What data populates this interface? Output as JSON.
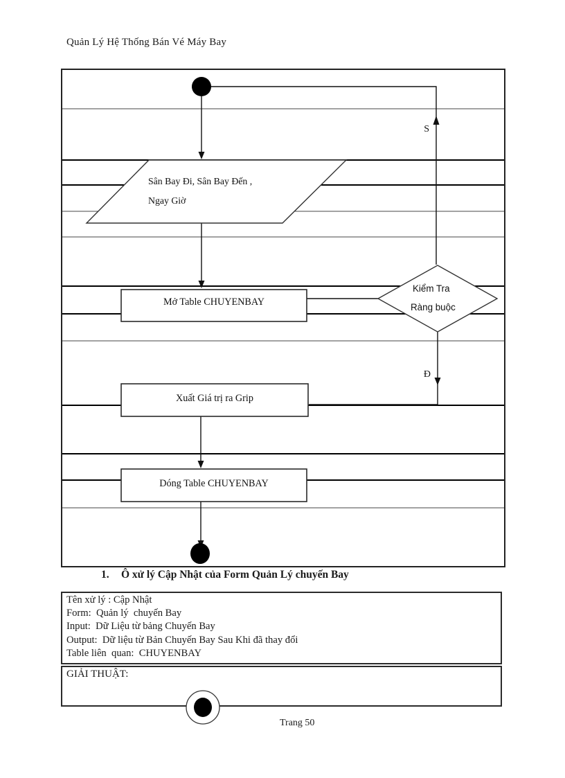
{
  "header": {
    "title": "Quản Lý Hệ Thống Bán Vé Máy Bay"
  },
  "flowchart": {
    "input_line1": "Sân Bay Đi, Sân Bay Đến ,",
    "input_line2": "Ngay Giờ",
    "open_table": "Mở Table CHUYENBAY",
    "decision_line1": "Kiểm Tra",
    "decision_line2": "Ràng buộc",
    "branch_no_label": "S",
    "branch_yes_label": "Đ",
    "output_grid": "Xuất Giá trị ra Grip",
    "close_table": "Dóng Table CHUYENBAY"
  },
  "caption": {
    "number": "1.",
    "text": "Ô xử lý Cập Nhật của Form Quản Lý chuyến Bay"
  },
  "info": {
    "lines": [
      "Tên xử lý : Cập Nhật",
      "Form:  Quản lý  chuyến Bay",
      "Input:  Dữ Liệu từ bảng Chuyến Bay",
      "Output:  Dữ liệu từ Bản Chuyến Bay Sau Khi đã thay đổi",
      "Table liên  quan:  CHUYENBAY"
    ],
    "algorithm": "GIẢI THUẬT:"
  },
  "footer": {
    "page": "Trang 50"
  },
  "colors": {
    "ink": "#111111",
    "grid_thick": "#000000",
    "grid_thin": "#444444",
    "paper": "#ffffff"
  }
}
